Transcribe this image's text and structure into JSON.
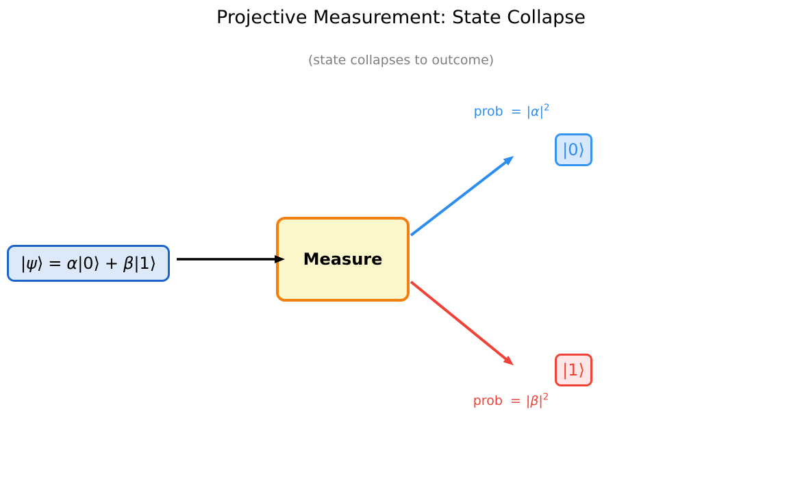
{
  "figure": {
    "title": "Projective Measurement: State Collapse",
    "subtitle": "(state collapses to outcome)"
  },
  "input_state": {
    "equation": {
      "p1": "|",
      "p2": "ψ",
      "p3": "⟩",
      "p4": "=",
      "p5": "α",
      "p6": "|0⟩",
      "p7": "+",
      "p8": "β",
      "p9": "|1⟩"
    }
  },
  "measure": {
    "label": "Measure"
  },
  "outcomes": {
    "zero": {
      "ket": "|0⟩",
      "prob": {
        "word": "prob",
        "eq": "=",
        "open_bar": "|",
        "symbol": "α",
        "close_bar": "|",
        "exponent": "2"
      }
    },
    "one": {
      "ket": "|1⟩",
      "prob": {
        "word": "prob",
        "eq": "=",
        "open_bar": "|",
        "symbol": "β",
        "close_bar": "|",
        "exponent": "2"
      }
    }
  },
  "colors": {
    "background": "#ffffff",
    "title_text": "#000000",
    "subtitle_text": "#7f7f7f",
    "input_box_border": "#1b64c8",
    "input_box_fill": "#dce9f9",
    "measure_box_border": "#f28011",
    "measure_box_fill": "#fcf6cb",
    "outcome_zero_accent": "#2d8ef0",
    "outcome_zero_fill": "#d8e8fb",
    "outcome_one_accent": "#f04337",
    "outcome_one_fill": "#fce7e6",
    "input_arrow": "#000000"
  }
}
